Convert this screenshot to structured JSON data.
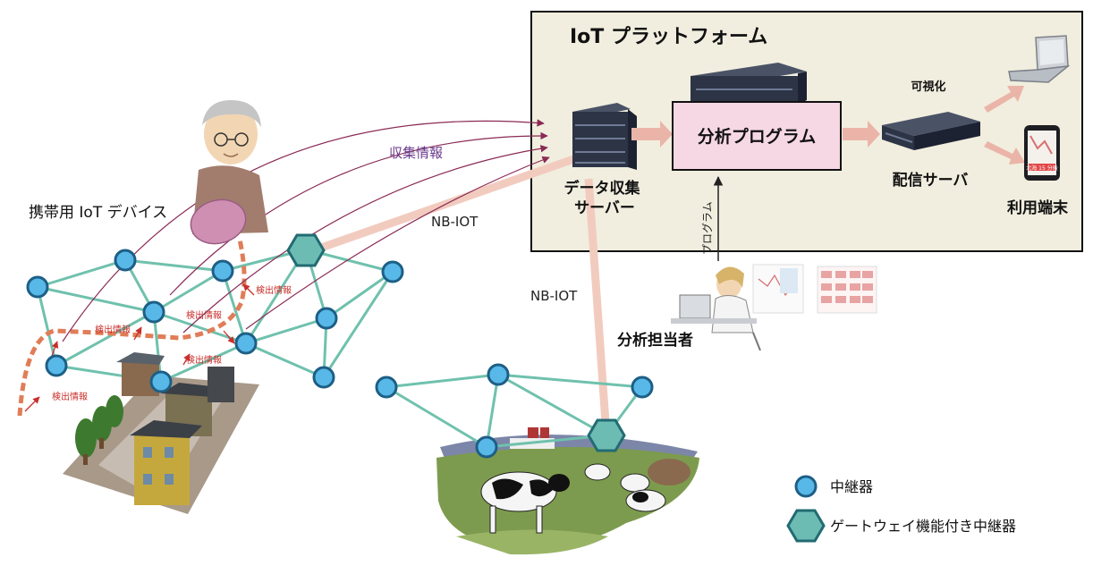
{
  "platform": {
    "title": "IoT プラットフォーム",
    "collection_server_line1": "データ収集",
    "collection_server_line2": "サーバー",
    "analysis_program": "分析プログラム",
    "visualization": "可視化",
    "delivery_server": "配信サーバ",
    "user_terminal": "利用端末",
    "program_arrow_label": "プログラム",
    "phone_banner": "北海 15 分後"
  },
  "left": {
    "device_label": "携帯用 IoT デバイス",
    "collected_info": "収集情報",
    "detection_info": "検出情報"
  },
  "links": {
    "nb_iot_upper": "NB-IOT",
    "nb_iot_lower": "NB-IOT"
  },
  "analyst": {
    "label": "分析担当者"
  },
  "legend": {
    "repeater": "中継器",
    "gateway_repeater": "ゲートウェイ機能付き中継器"
  },
  "colors": {
    "platform_bg": "#f1eedf",
    "analysis_box": "#f6d7e4",
    "mesh_line": "#6fc1ad",
    "node_fill": "#58b8e8",
    "node_stroke": "#1d5f86",
    "gateway_fill": "#6cbcb3",
    "gateway_stroke": "#226b73",
    "flow_arrow": "#eab5a8",
    "collect_line": "#8a2a55",
    "detection_red": "#c9302c",
    "dashed_path": "#e07d58"
  }
}
